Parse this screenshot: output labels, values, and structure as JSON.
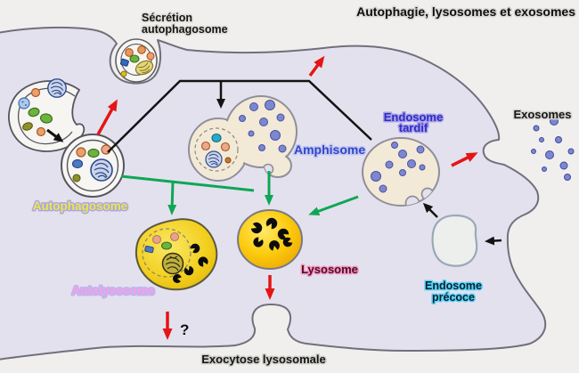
{
  "title": "Autophagie, lysosomes et exosomes",
  "labels": {
    "secretion1": "Sécrétion",
    "secretion2": "autophagosome",
    "autophagosome": "Autophagosome",
    "amphisome": "Amphisome",
    "endosome_tardif1": "Endosome",
    "endosome_tardif2": "tardif",
    "exosomes": "Exosomes",
    "lysosome": "Lysosome",
    "autolysosome": "Autolysosome",
    "endosome_precoce1": "Endosome",
    "endosome_precoce2": "précoce",
    "exocytose": "Exocytose lysosomale",
    "uncertain": "?"
  },
  "colors": {
    "outside": "#f0efed",
    "cytoplasm": "#e3e1ee",
    "membrane": "#70707b",
    "organelle_beige": "#f3e9d7",
    "vesicle_white": "#f7f6f2",
    "endosome_precoce_fill": "#edefec",
    "lysosome_yellow": "#fbc90a",
    "autolysosome_yellow": "#f2cd1e",
    "purple_dot": "#7d87cd",
    "arrow_red": "#e41515",
    "arrow_green": "#0fa655",
    "arrow_black": "#131313",
    "label_autophagosome": "#efe44c",
    "label_autolysosome": "#f2a2e4",
    "label_amphisome": "#3545c6",
    "label_endosome_tardif": "#2d2dc2",
    "label_endosome_precoce_halo": "#57d3f3",
    "label_lysosome_halo": "#f494c4"
  }
}
